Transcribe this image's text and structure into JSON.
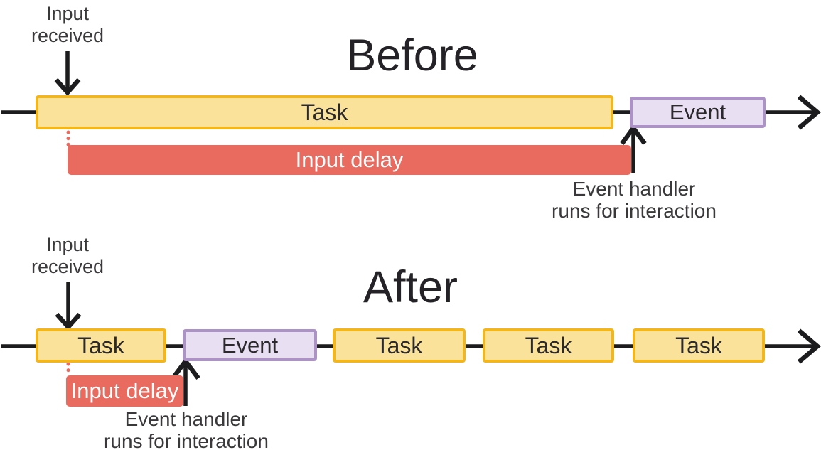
{
  "colors": {
    "background": "#FFFFFF",
    "task_fill": "#FBE29A",
    "task_border": "#F2B71F",
    "event_fill": "#E9DFF2",
    "event_border": "#AD92C7",
    "delay_fill": "#E96A5E",
    "delay_text": "#FFFFFF",
    "line": "#1C1B1D",
    "title_text": "#242226",
    "label_text": "#3A383B",
    "box_text": "#2B292C"
  },
  "before": {
    "title": "Before",
    "input_label": "Input received",
    "task_label": "Task",
    "event_label": "Event",
    "delay_label": "Input delay",
    "handler": [
      "Event handler",
      "runs for interaction"
    ]
  },
  "after": {
    "title": "After",
    "input_label": "Input received",
    "tasks": [
      "Task",
      "Task",
      "Task",
      "Task"
    ],
    "event_label": "Event",
    "delay_label": "Input delay",
    "handler": [
      "Event handler",
      "runs for interaction"
    ]
  }
}
